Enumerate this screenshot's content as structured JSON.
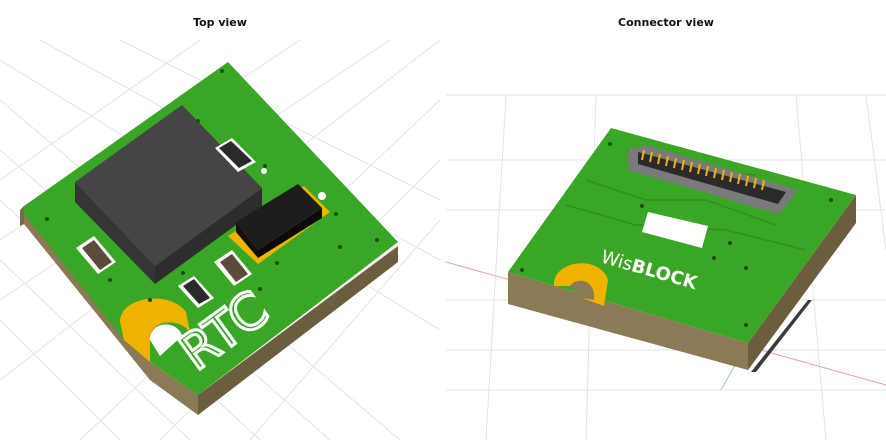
{
  "views": {
    "top": {
      "title": "Top view",
      "silkscreen": "RTC"
    },
    "connector": {
      "title": "Connector view",
      "silkscreen_regular": "Wis",
      "silkscreen_bold": "BLOCK"
    }
  },
  "colors": {
    "pcb": "#3aa626",
    "pcb_dark": "#2f8f1f",
    "edge": "#8a7a55",
    "edge_dark": "#6b5d3d",
    "gold": "#f0b400",
    "chip": "#454545",
    "connector": "#7a7a7a"
  }
}
